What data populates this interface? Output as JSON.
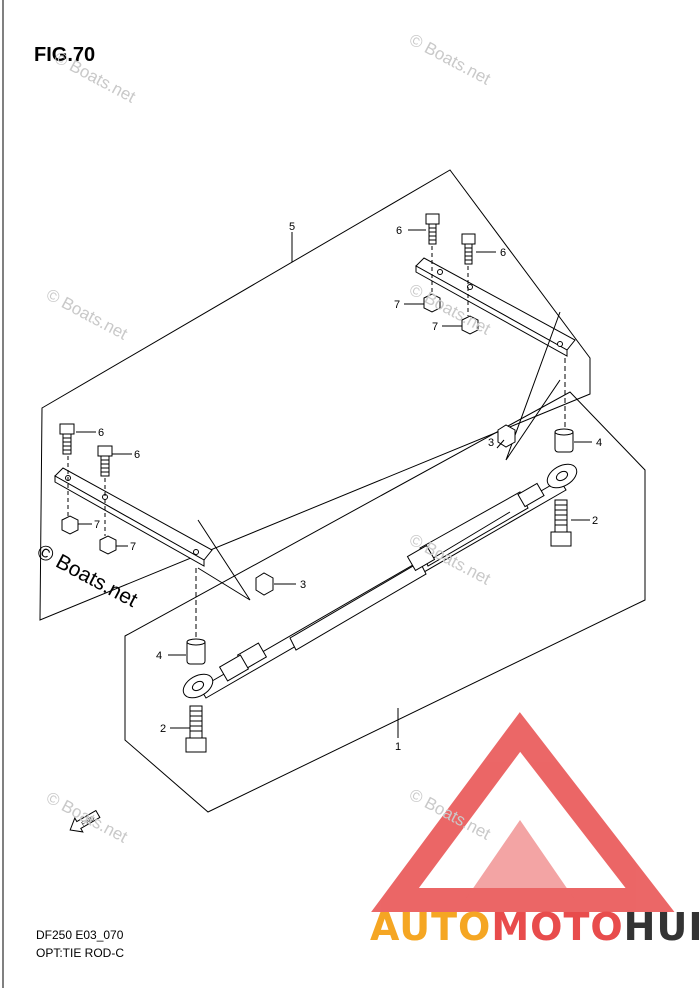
{
  "figure": {
    "title": "FIG.70"
  },
  "footer": {
    "line1": "DF250 E03_070",
    "line2": "OPT:TIE ROD-C"
  },
  "watermark": {
    "text": "© Boats.net"
  },
  "brand": {
    "auto": "AUTO",
    "moto": "MOTO",
    "hub": "HUB",
    "color_red": "#e84c4c",
    "color_orange": "#f5a623",
    "color_gray": "#333333"
  },
  "callouts": {
    "c1": "1",
    "c2a": "2",
    "c2b": "2",
    "c3a": "3",
    "c3b": "3",
    "c4a": "4",
    "c4b": "4",
    "c5": "5",
    "c6a": "6",
    "c6b": "6",
    "c6c": "6",
    "c6d": "6",
    "c7a": "7",
    "c7b": "7",
    "c7c": "7",
    "c7d": "7"
  },
  "arrow_label": "FWD"
}
